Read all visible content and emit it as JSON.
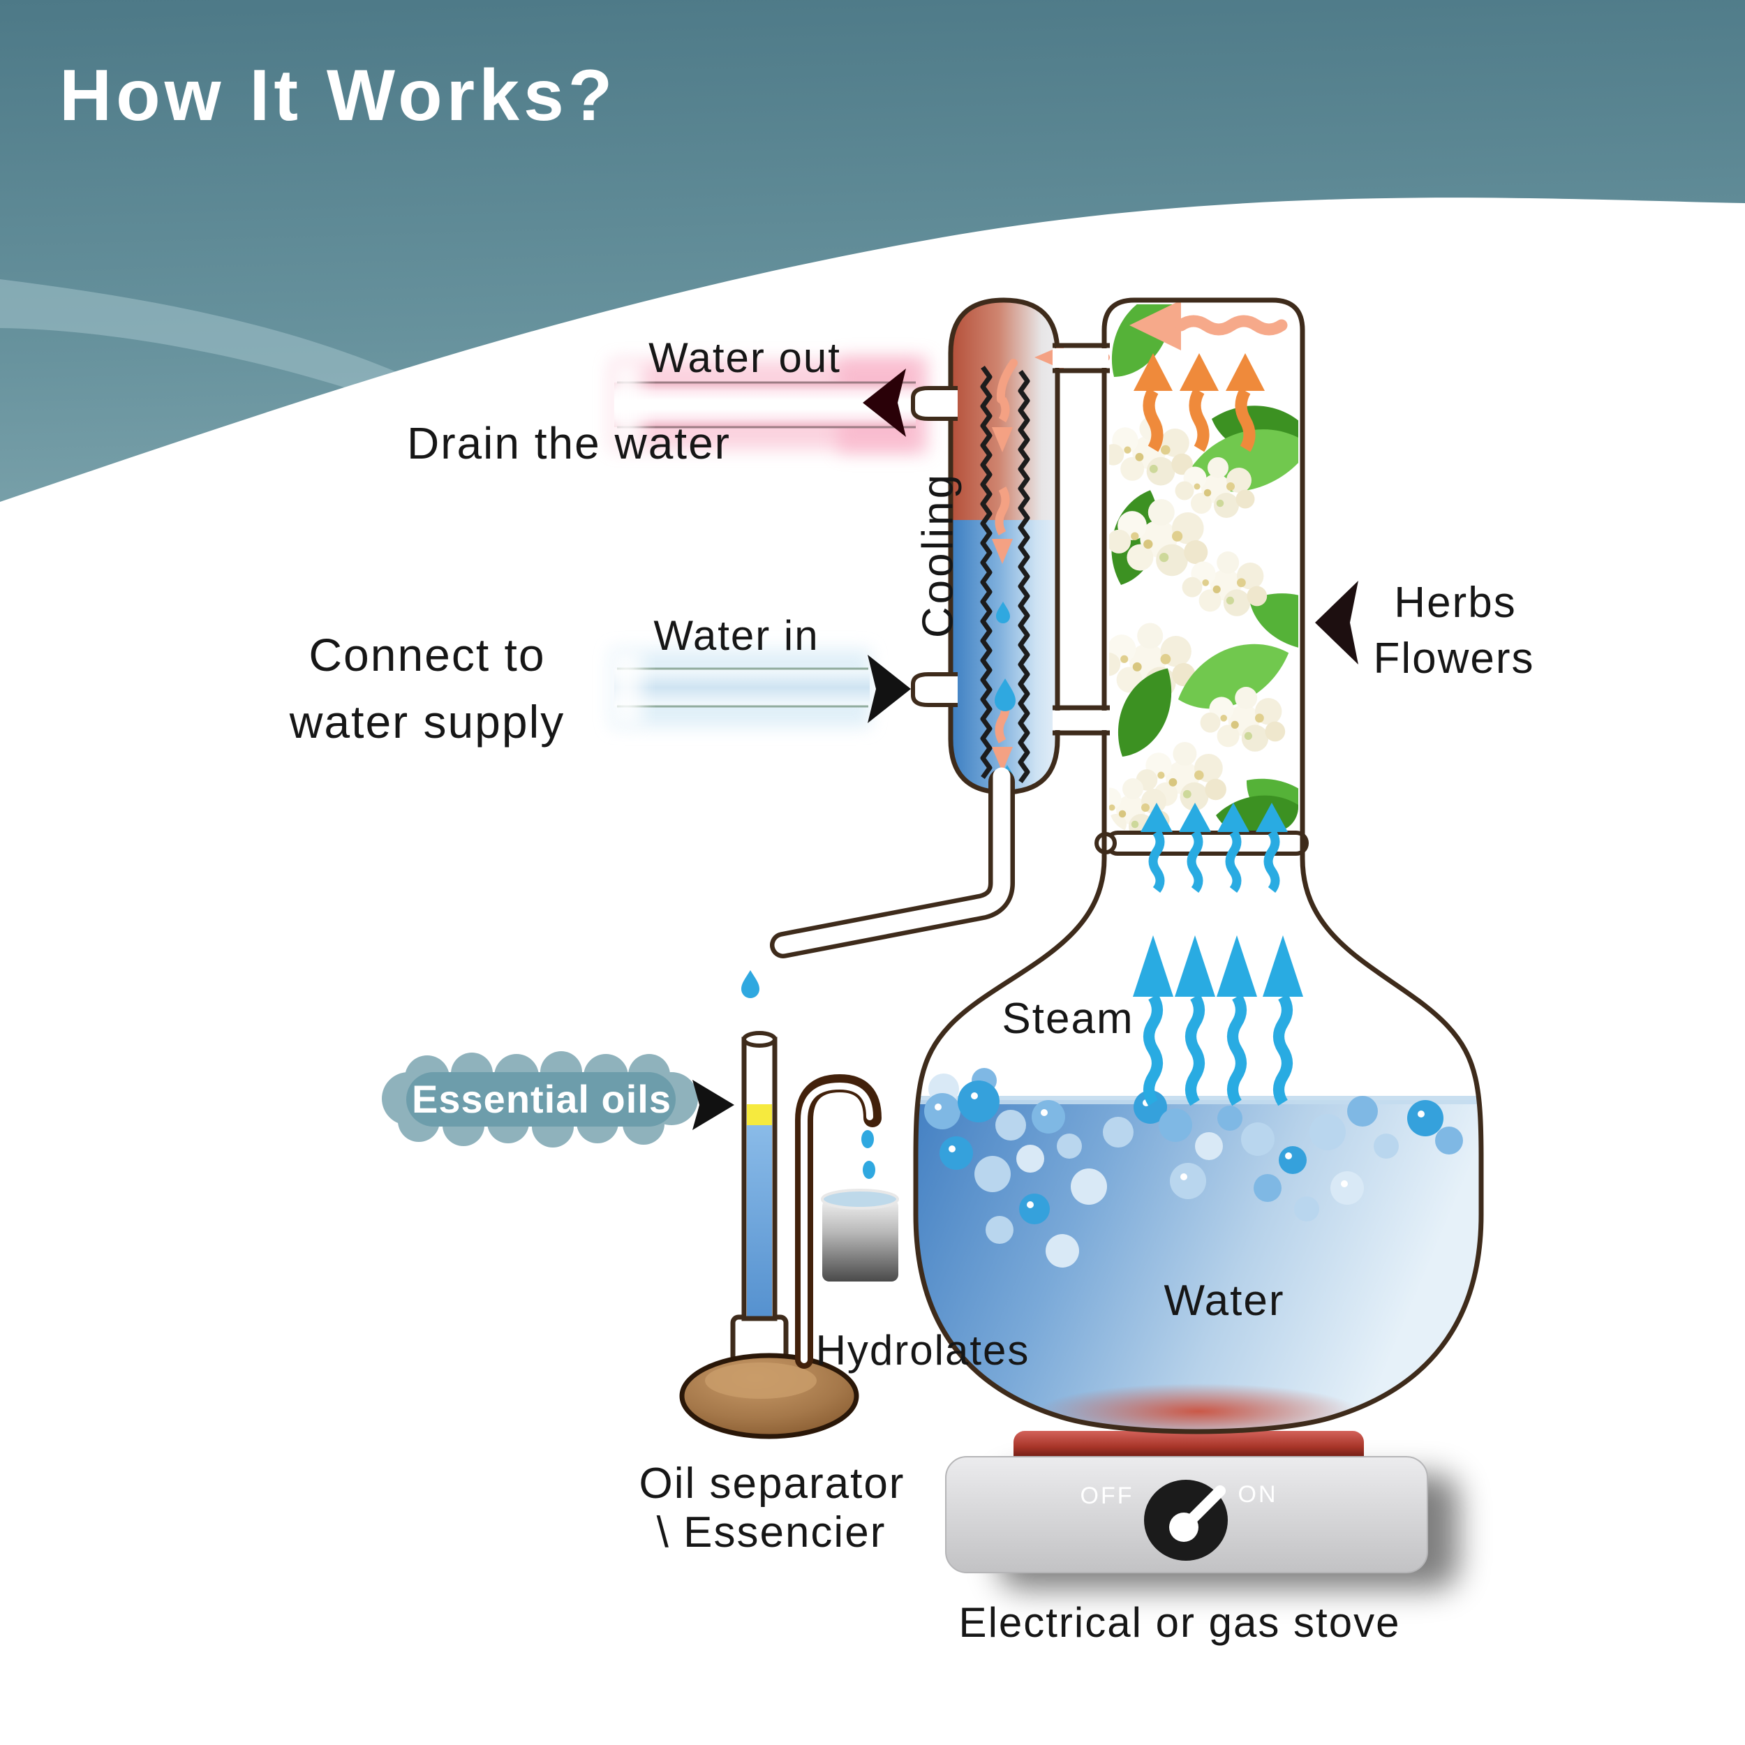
{
  "header": {
    "title": "How It Works?"
  },
  "condenser": {
    "cooling_label": "Cooling",
    "water_out_label": "Water out",
    "drain_label": "Drain the water",
    "water_in_label": "Water in",
    "connect_line1": "Connect to",
    "connect_line2": "water supply"
  },
  "herbs_column": {
    "herbs_line1": "Herbs",
    "herbs_line2": "Flowers"
  },
  "still": {
    "steam_label": "Steam",
    "water_label": "Water"
  },
  "separator": {
    "essential_oils_label": "Essential oils",
    "hydrolates_label": "Hydrolates",
    "caption_line1": "Oil separator",
    "caption_line2": "\\ Essencier"
  },
  "stove": {
    "off_label": "OFF",
    "on_label": "ON",
    "caption": "Electrical or gas stove"
  },
  "icons": [
    "water-out-arrow-icon",
    "water-in-arrow-icon",
    "herbs-pointer-icon",
    "essential-oils-pointer-icon",
    "steam-arrow-icon",
    "vapor-arrow-icon",
    "condensate-arrow-icon",
    "stove-knob-icon"
  ],
  "colors": {
    "header_teal_top": "#4d7987",
    "header_teal_bottom": "#7ea6ae",
    "glass_outline": "#3e2b1b",
    "condenser_hot_red": "#b5503a",
    "condenser_cool_blue": "#3c7ec1",
    "steam_blue": "#29abe2",
    "vapor_orange": "#ef8a3b",
    "vapor_salmon": "#f6a98a",
    "water_out_pink": "#f6afc4",
    "water_in_blue": "#cfe4f2",
    "essential_oil_yellow": "#f6ea3e",
    "cloud_teal": "#6d9dab",
    "hotplate_red": "#a83529",
    "stove_gray": "#d4d4d6",
    "dome_brown": "#a5784a"
  }
}
